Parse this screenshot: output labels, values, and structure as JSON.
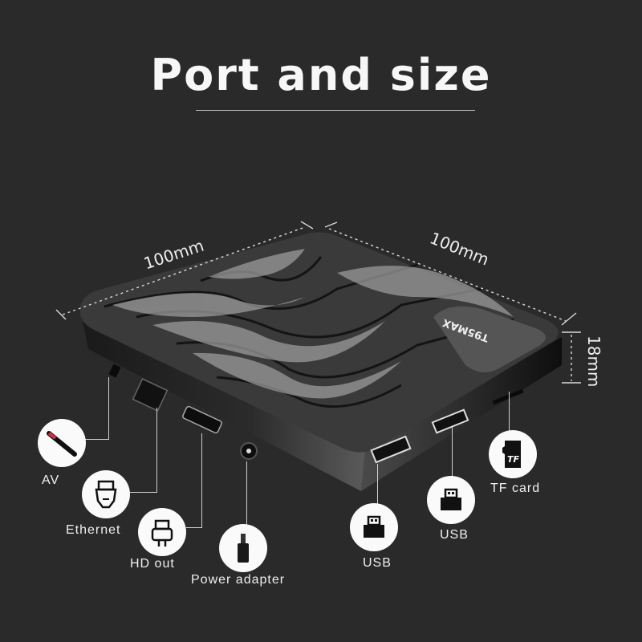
{
  "title": "Port and size",
  "dimensions": {
    "length": "100mm",
    "width": "100mm",
    "height": "18mm"
  },
  "device": {
    "brand_logo": "T95MAX"
  },
  "ports": [
    {
      "id": "av",
      "label": "AV",
      "icon": "av-plug-icon"
    },
    {
      "id": "ethernet",
      "label": "Ethernet",
      "icon": "ethernet-plug-icon"
    },
    {
      "id": "hd_out",
      "label": "HD out",
      "icon": "hdmi-plug-icon"
    },
    {
      "id": "power",
      "label": "Power adapter",
      "icon": "dc-power-plug-icon"
    },
    {
      "id": "usb1",
      "label": "USB",
      "icon": "usb-plug-icon"
    },
    {
      "id": "usb2",
      "label": "USB",
      "icon": "usb-plug-icon"
    },
    {
      "id": "tf",
      "label": "TF card",
      "icon": "tf-card-icon",
      "icon_text": "TF"
    }
  ],
  "colors": {
    "background": "#2a2a2a",
    "text": "#f2f2f2",
    "icon_circle": "#fafafa"
  }
}
